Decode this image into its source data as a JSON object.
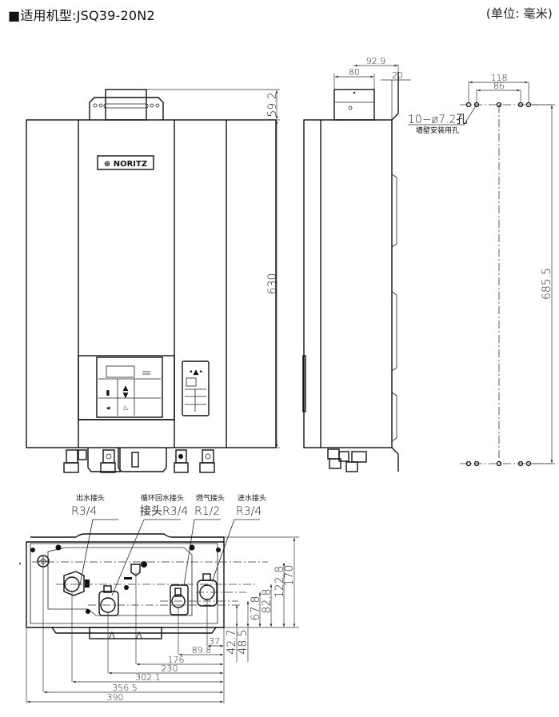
{
  "header": {
    "model_label": "■适用机型:JSQ39-20N2",
    "unit_label": "(单位: 毫米)"
  },
  "front_view": {
    "brand_logo": "NORITZ",
    "dim_flue_height": "59.2",
    "dim_body_height": "630"
  },
  "side_view": {
    "dim_top_overall": "92.9",
    "dim_flue_width": "80",
    "dim_bracket": "20"
  },
  "wall_mount": {
    "dim_outer_spacing": "118",
    "dim_inner_spacing": "86",
    "hole_spec": "10−ø7.2孔",
    "hole_note": "墙壁安装用孔",
    "dim_vertical_spacing": "685.5"
  },
  "bottom_view": {
    "connectors": [
      {
        "name": "出水接头",
        "size": "R3/4"
      },
      {
        "name": "循环回水接头",
        "size": "接头R3/4"
      },
      {
        "name": "燃气接头",
        "size": "R1/2"
      },
      {
        "name": "进水接头",
        "size": "R3/4"
      }
    ],
    "vertical_dims": [
      "170",
      "122.8",
      "82.8",
      "67.8",
      "48.5",
      "42.7"
    ],
    "horizontal_dims": [
      "37",
      "89.8",
      "176",
      "230",
      "302.1",
      "356.5",
      "390"
    ]
  }
}
